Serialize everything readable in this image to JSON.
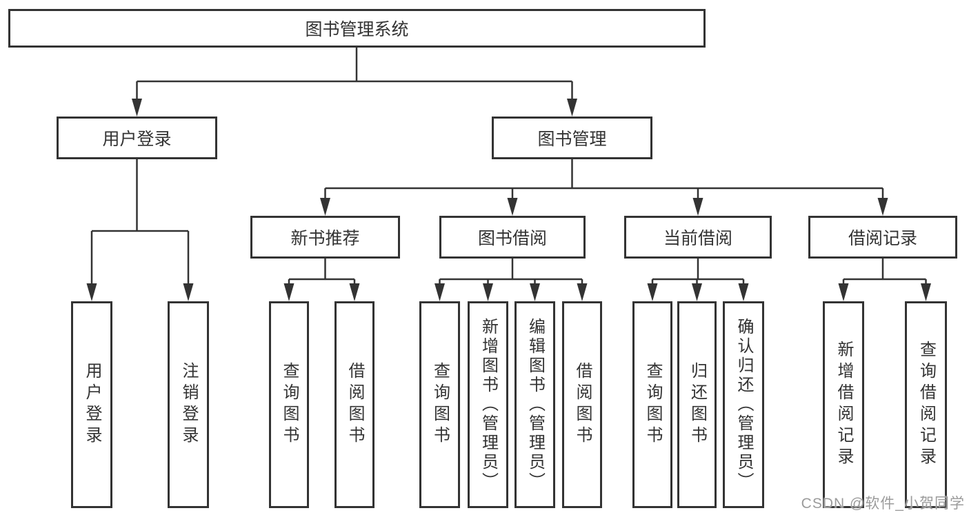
{
  "diagram": {
    "root": {
      "label": "图书管理系统"
    },
    "level2": [
      {
        "label": "用户登录"
      },
      {
        "label": "图书管理"
      }
    ],
    "level3": [
      {
        "label": "新书推荐"
      },
      {
        "label": "图书借阅"
      },
      {
        "label": "当前借阅"
      },
      {
        "label": "借阅记录"
      }
    ],
    "leaves": {
      "user_login": [
        {
          "label": "用户登录"
        },
        {
          "label": "注销登录"
        }
      ],
      "new_book": [
        {
          "label": "查询图书"
        },
        {
          "label": "借阅图书"
        }
      ],
      "book_borrow": [
        {
          "label": "查询图书"
        },
        {
          "label": "新增图书（管理员）"
        },
        {
          "label": "编辑图书（管理员）"
        },
        {
          "label": "借阅图书"
        }
      ],
      "current_borrow": [
        {
          "label": "查询图书"
        },
        {
          "label": "归还图书"
        },
        {
          "label": "确认归还（管理员）"
        }
      ],
      "borrow_records": [
        {
          "label": "新增借阅记录"
        },
        {
          "label": "查询借阅记录"
        }
      ]
    }
  },
  "watermark": {
    "text": "CSDN @软件_小贺同学"
  },
  "colors": {
    "line": "#333333",
    "box_border": "#333333",
    "text": "#333333",
    "watermark_text": "#9b9b9b",
    "background": "#ffffff"
  }
}
